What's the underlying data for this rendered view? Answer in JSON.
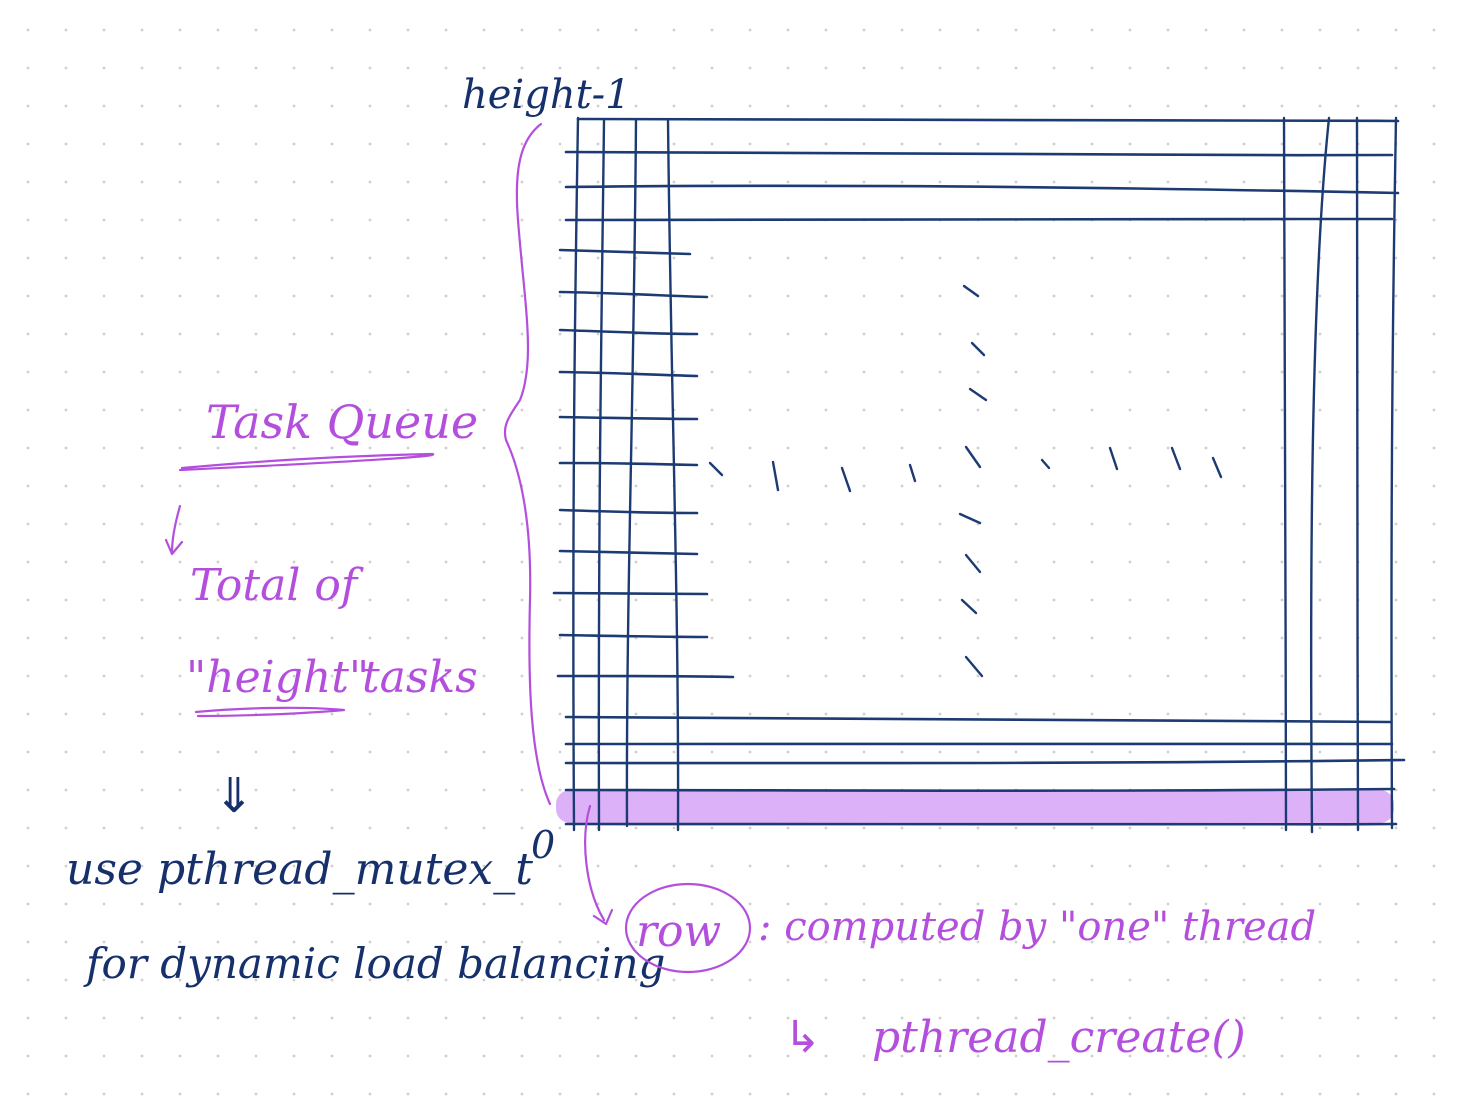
{
  "diagram": {
    "label_top": "height-1",
    "label_bottom": "0",
    "task_queue": {
      "title": "Task Queue",
      "line1": "Total of",
      "line2_quoted": "\"height\"",
      "line2_rest": "tasks",
      "arrow": "⇓"
    },
    "mutex_note": {
      "line1": "use pthread_mutex_t",
      "line2": "for dynamic load balancing"
    },
    "row_note": {
      "circled": "row",
      "text": ": computed by \"one\" thread",
      "arrow": "↳",
      "call": "pthread_create()"
    },
    "colors": {
      "ink_navy": "#16306b",
      "grid_blue": "#1d3b73",
      "highlight_purple": "#b34fdc",
      "row_highlight": "#d9a8f7"
    }
  }
}
